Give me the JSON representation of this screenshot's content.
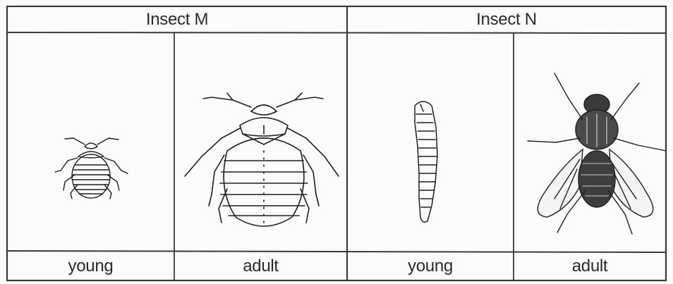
{
  "groups": [
    {
      "title": "Insect M",
      "stages": [
        "young",
        "adult"
      ]
    },
    {
      "title": "Insect N",
      "stages": [
        "young",
        "adult"
      ]
    }
  ]
}
